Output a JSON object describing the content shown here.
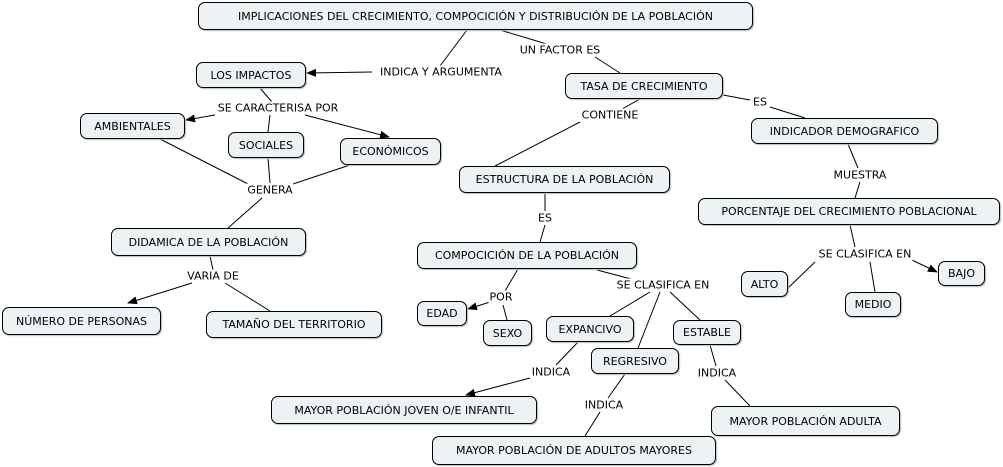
{
  "nodes": {
    "title": "IMPLICACIONES DEL CRECIMIENTO, COMPOCICIÓN Y DISTRIBUCIÓN DE LA POBLACIÓN",
    "impactos": "LOS IMPACTOS",
    "tasa": "TASA DE CRECIMIENTO",
    "ambientales": "AMBIENTALES",
    "sociales": "SOCIALES",
    "economicos": "ECONÓMICOS",
    "indicador": "INDICADOR DEMOGRAFICO",
    "estructura": "ESTRUCTURA DE LA POBLACIÓN",
    "didamica": "DIDAMICA DE LA POBLACIÓN",
    "porcentaje": "PORCENTAJE DEL CRECIMIENTO POBLACIONAL",
    "compocicion": "COMPOCICIÓN DE LA POBLACIÓN",
    "alto": "ALTO",
    "medio": "MEDIO",
    "bajo": "BAJO",
    "numero": "NÚMERO DE PERSONAS",
    "tamano": "TAMAÑO DEL TERRITORIO",
    "edad": "EDAD",
    "sexo": "SEXO",
    "expancivo": "EXPANCIVO",
    "estable": "ESTABLE",
    "regresivo": "REGRESIVO",
    "joven": "MAYOR POBLACIÓN JOVEN O/E INFANTIL",
    "adulta": "MAYOR POBLACIÓN ADULTA",
    "mayores": "MAYOR POBLACIÓN DE ADULTOS MAYORES"
  },
  "links": {
    "indica_argumenta": "INDICA Y ARGUMENTA",
    "un_factor": "UN FACTOR ES",
    "caracterisa": "SE CARACTERISA POR",
    "contiene": "CONTIENE",
    "es1": "ES",
    "muestra": "MUESTRA",
    "genera": "GENERA",
    "es2": "ES",
    "clasifica1": "SE CLASIFICA EN",
    "varia": "VARIA DE",
    "por": "POR",
    "clasifica2": "SE CLASIFICA EN",
    "indica1": "INDICA",
    "indica2": "INDICA",
    "indica3": "INDICA"
  },
  "colors": {
    "node_fill": "#edf3f5",
    "line": "#000000"
  }
}
